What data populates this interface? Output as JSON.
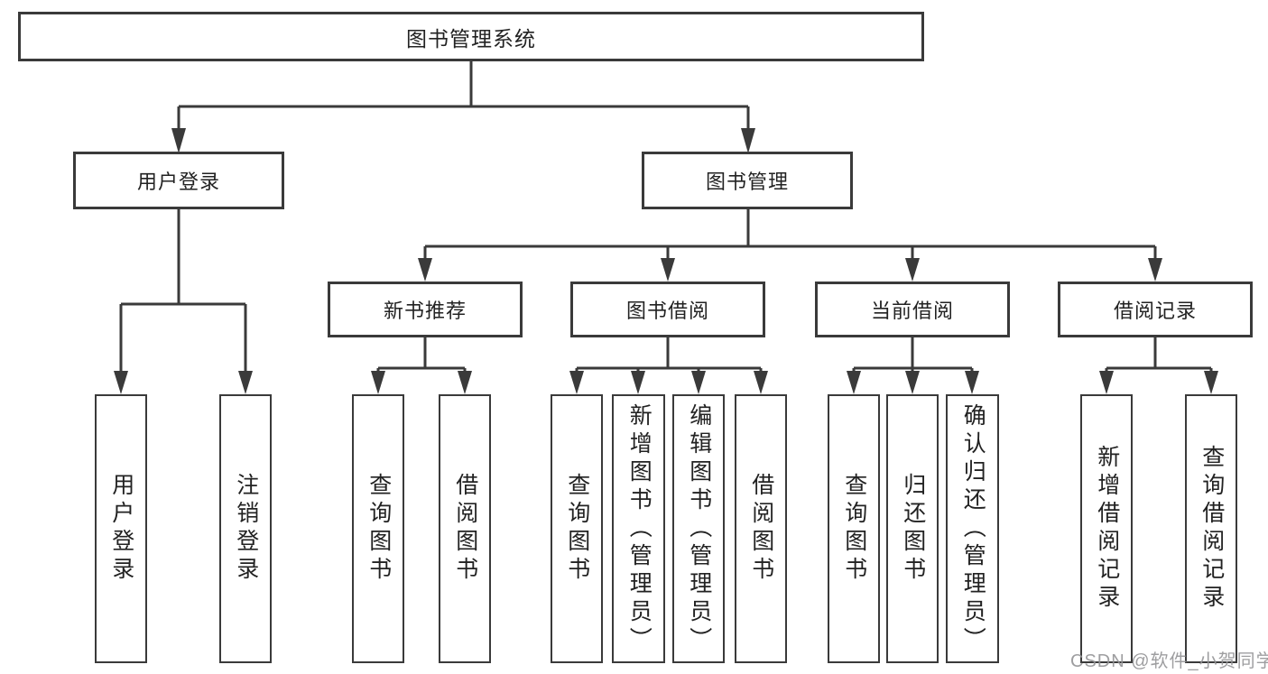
{
  "diagram": {
    "root": {
      "label": "图书管理系统"
    },
    "branches": [
      {
        "label": "用户登录",
        "children": [
          {
            "label": "用户登录"
          },
          {
            "label": "注销登录"
          }
        ]
      },
      {
        "label": "图书管理",
        "children": [
          {
            "label": "新书推荐",
            "children": [
              {
                "label": "查询图书"
              },
              {
                "label": "借阅图书"
              }
            ]
          },
          {
            "label": "图书借阅",
            "children": [
              {
                "label": "查询图书"
              },
              {
                "label": "新增图书（管理员）"
              },
              {
                "label": "编辑图书（管理员）"
              },
              {
                "label": "借阅图书"
              }
            ]
          },
          {
            "label": "当前借阅",
            "children": [
              {
                "label": "查询图书"
              },
              {
                "label": "归还图书"
              },
              {
                "label": "确认归还（管理员）"
              }
            ]
          },
          {
            "label": "借阅记录",
            "children": [
              {
                "label": "新增借阅记录"
              },
              {
                "label": "查询借阅记录"
              }
            ]
          }
        ]
      }
    ]
  },
  "watermark": {
    "text": "CSDN @软件_小贺同学"
  },
  "colors": {
    "line": "#3a3a3a",
    "box_border": "#3a3a3a",
    "text": "#222222",
    "watermark": "#949496",
    "background": "#ffffff"
  }
}
